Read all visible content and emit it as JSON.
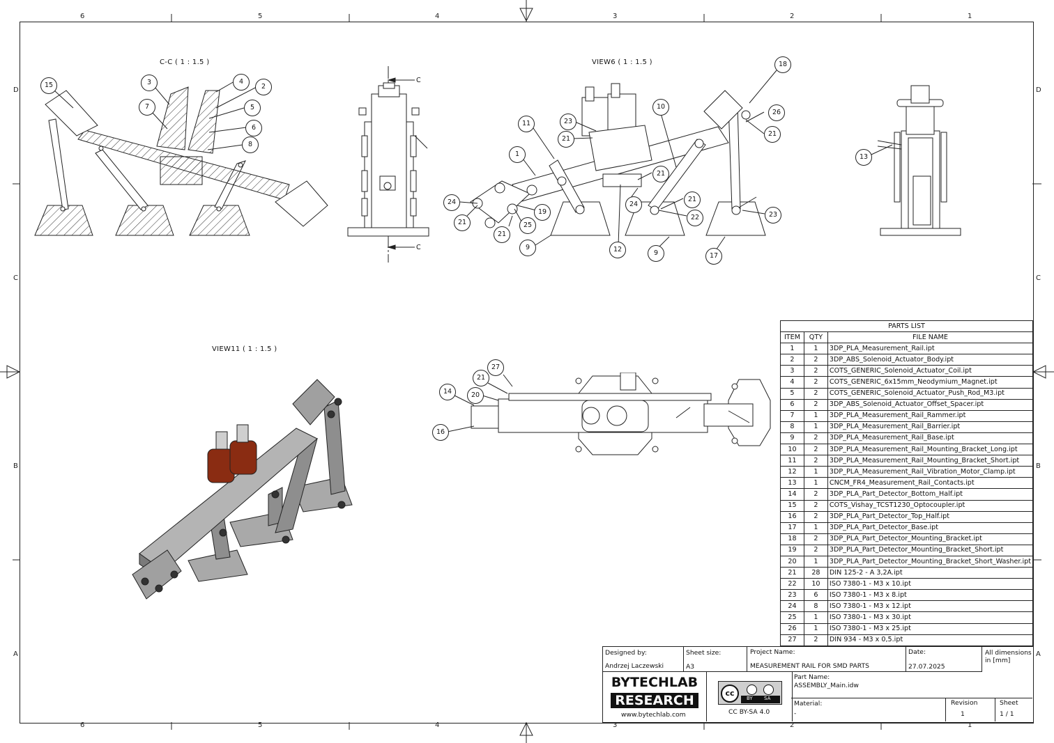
{
  "border": {
    "top_zones": [
      "6",
      "5",
      "4",
      "3",
      "2",
      "1"
    ],
    "bottom_zones": [
      "6",
      "5",
      "4",
      "3",
      "2",
      "1"
    ],
    "side_zones": [
      "D",
      "C",
      "B",
      "A"
    ]
  },
  "views": {
    "section_cc": {
      "title": "C-C ( 1 : 1.5 )",
      "balloons": [
        "15",
        "3",
        "7",
        "4",
        "2",
        "5",
        "6",
        "8"
      ]
    },
    "side_view": {
      "cut_label_top": "C",
      "cut_label_bottom": "C"
    },
    "view6": {
      "title": "VIEW6 ( 1 : 1.5 )",
      "balloons": [
        "11",
        "1",
        "23",
        "21",
        "10",
        "18",
        "26",
        "21",
        "24",
        "21",
        "19",
        "25",
        "21",
        "9",
        "12",
        "24",
        "21",
        "21",
        "22",
        "23",
        "9",
        "17"
      ]
    },
    "right_view": {
      "balloons": [
        "13"
      ]
    },
    "view11": {
      "title": "VIEW11 ( 1 : 1.5 )"
    },
    "top_view": {
      "balloons": [
        "27",
        "21",
        "20",
        "14",
        "16"
      ]
    }
  },
  "parts_list": {
    "title": "PARTS LIST",
    "headers": [
      "ITEM",
      "QTY",
      "FILE NAME"
    ],
    "rows": [
      [
        "1",
        "1",
        "3DP_PLA_Measurement_Rail.ipt"
      ],
      [
        "2",
        "2",
        "3DP_ABS_Solenoid_Actuator_Body.ipt"
      ],
      [
        "3",
        "2",
        "COTS_GENERIC_Solenoid_Actuator_Coil.ipt"
      ],
      [
        "4",
        "2",
        "COTS_GENERIC_6x15mm_Neodymium_Magnet.ipt"
      ],
      [
        "5",
        "2",
        "COTS_GENERIC_Solenoid_Actuator_Push_Rod_M3.ipt"
      ],
      [
        "6",
        "2",
        "3DP_ABS_Solenoid_Actuator_Offset_Spacer.ipt"
      ],
      [
        "7",
        "1",
        "3DP_PLA_Measurement_Rail_Rammer.ipt"
      ],
      [
        "8",
        "1",
        "3DP_PLA_Measurement_Rail_Barrier.ipt"
      ],
      [
        "9",
        "2",
        "3DP_PLA_Measurement_Rail_Base.ipt"
      ],
      [
        "10",
        "2",
        "3DP_PLA_Measurement_Rail_Mounting_Bracket_Long.ipt"
      ],
      [
        "11",
        "2",
        "3DP_PLA_Measurement_Rail_Mounting_Bracket_Short.ipt"
      ],
      [
        "12",
        "1",
        "3DP_PLA_Measurement_Rail_Vibration_Motor_Clamp.ipt"
      ],
      [
        "13",
        "1",
        "CNCM_FR4_Measurement_Rail_Contacts.ipt"
      ],
      [
        "14",
        "2",
        "3DP_PLA_Part_Detector_Bottom_Half.ipt"
      ],
      [
        "15",
        "2",
        "COTS_Vishay_TCST1230_Optocoupler.ipt"
      ],
      [
        "16",
        "2",
        "3DP_PLA_Part_Detector_Top_Half.ipt"
      ],
      [
        "17",
        "1",
        "3DP_PLA_Part_Detector_Base.ipt"
      ],
      [
        "18",
        "2",
        "3DP_PLA_Part_Detector_Mounting_Bracket.ipt"
      ],
      [
        "19",
        "2",
        "3DP_PLA_Part_Detector_Mounting_Bracket_Short.ipt"
      ],
      [
        "20",
        "1",
        "3DP_PLA_Part_Detector_Mounting_Bracket_Short_Washer.ipt"
      ],
      [
        "21",
        "28",
        "DIN 125-2 - A 3,2A.ipt"
      ],
      [
        "22",
        "10",
        "ISO 7380-1 - M3 x 10.ipt"
      ],
      [
        "23",
        "6",
        "ISO 7380-1 - M3 x 8.ipt"
      ],
      [
        "24",
        "8",
        "ISO 7380-1 - M3 x 12.ipt"
      ],
      [
        "25",
        "1",
        "ISO 7380-1 - M3 x 30.ipt"
      ],
      [
        "26",
        "1",
        "ISO 7380-1 - M3 x 25.ipt"
      ],
      [
        "27",
        "2",
        "DIN 934 - M3 x 0,5.ipt"
      ]
    ]
  },
  "title_block": {
    "designed_by_label": "Designed by:",
    "designed_by": "Andrzej Laczewski",
    "sheet_size_label": "Sheet size:",
    "sheet_size": "A3",
    "project_name_label": "Project Name:",
    "project_name": "MEASUREMENT RAIL FOR SMD PARTS",
    "date_label": "Date:",
    "date": "27.07.2025",
    "dimensions_note": "All dimensions in [mm]",
    "logo_line1": "BYTECHLAB",
    "logo_line2": "RESEARCH",
    "website": "www.bytechlab.com",
    "license_badge_cc": "cc",
    "license_badge_by": "BY",
    "license_badge_sa": "SA",
    "license": "CC BY-SA 4.0",
    "part_name_label": "Part Name:",
    "part_name": "ASSEMBLY_Main.idw",
    "material_label": "Material:",
    "material": "-",
    "revision_label": "Revision",
    "revision": "1",
    "sheet_label": "Sheet",
    "sheet": "1 / 1"
  },
  "colors": {
    "line": "#222222",
    "hatch": "#333333",
    "render_body": "#a9a9a9",
    "render_dark": "#6e6e6e",
    "coil": "#8a2c12"
  }
}
